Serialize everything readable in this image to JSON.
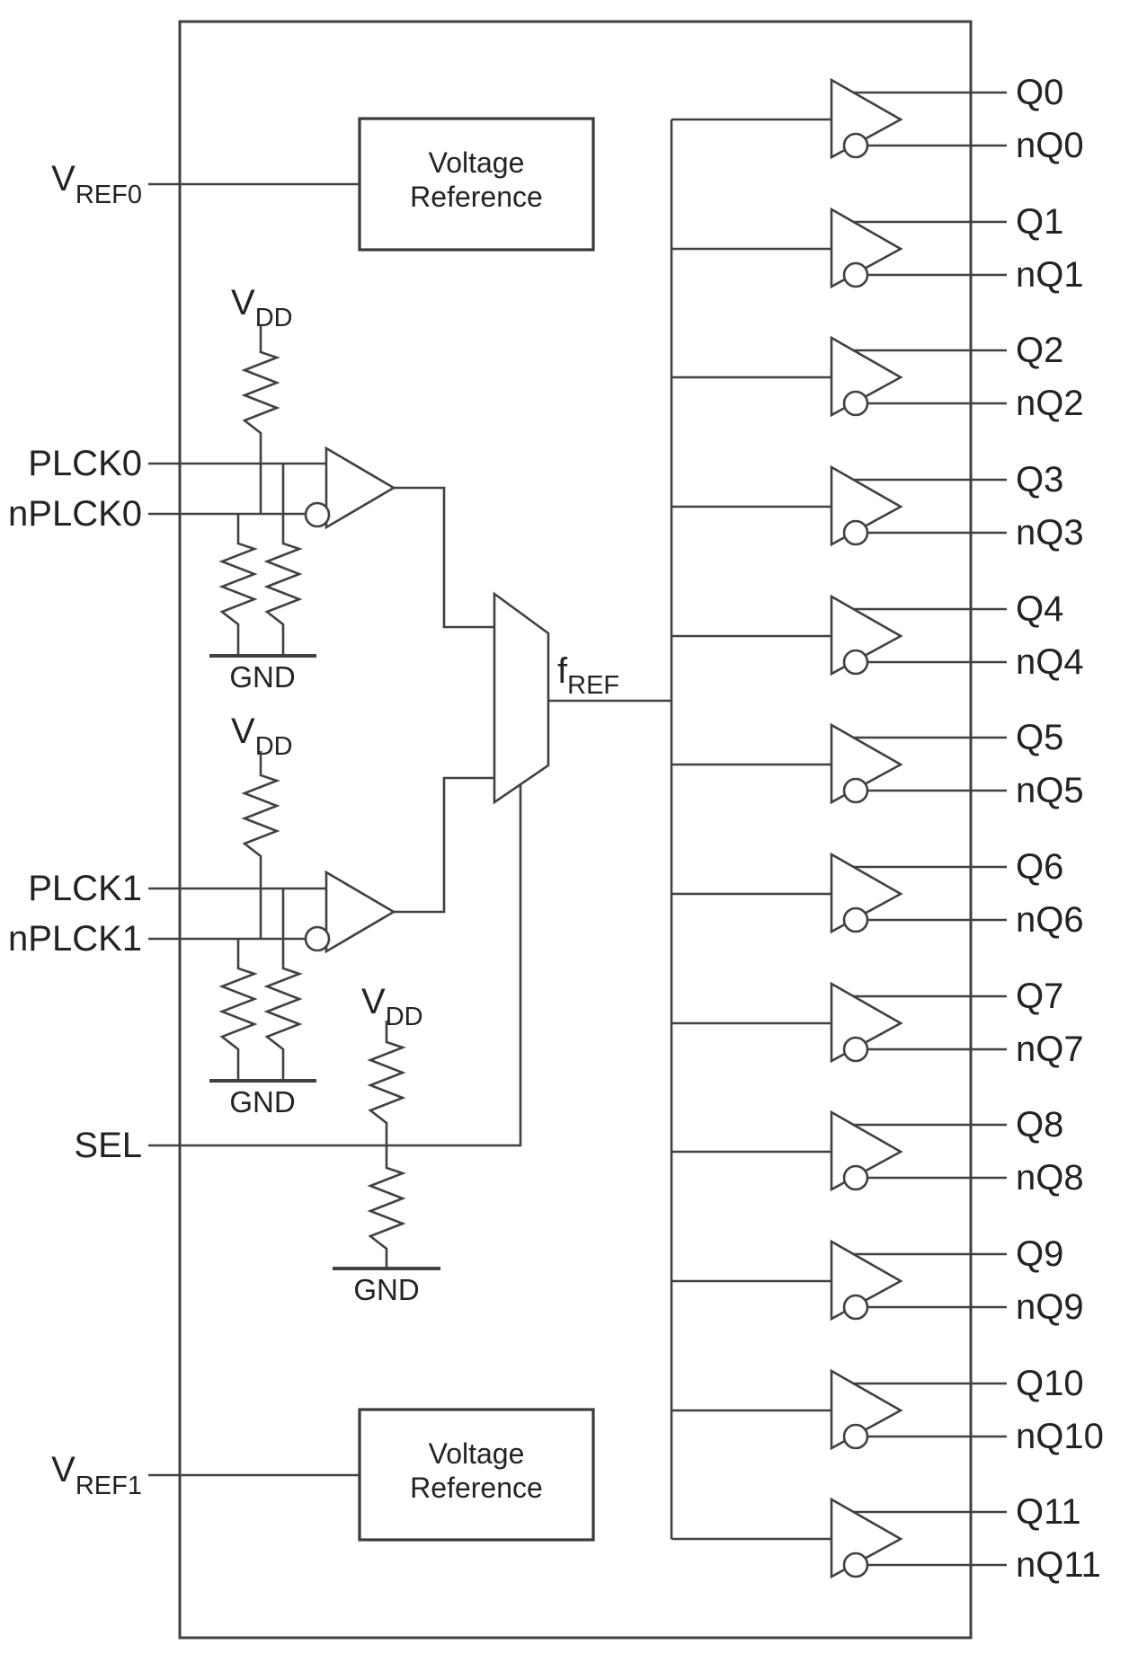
{
  "colors": {
    "line": "#414042",
    "text": "#232327",
    "background": "#ffffff"
  },
  "pins": {
    "left": [
      {
        "id": "vref0",
        "main": "V",
        "sub": "REF0"
      },
      {
        "id": "plck0",
        "label": "PLCK0"
      },
      {
        "id": "nplck0",
        "label": "nPLCK0"
      },
      {
        "id": "plck1",
        "label": "PLCK1"
      },
      {
        "id": "nplck1",
        "label": "nPLCK1"
      },
      {
        "id": "sel",
        "label": "SEL"
      },
      {
        "id": "vref1",
        "main": "V",
        "sub": "REF1"
      }
    ],
    "right": [
      {
        "q": "Q0",
        "nq": "nQ0"
      },
      {
        "q": "Q1",
        "nq": "nQ1"
      },
      {
        "q": "Q2",
        "nq": "nQ2"
      },
      {
        "q": "Q3",
        "nq": "nQ3"
      },
      {
        "q": "Q4",
        "nq": "nQ4"
      },
      {
        "q": "Q5",
        "nq": "nQ5"
      },
      {
        "q": "Q6",
        "nq": "nQ6"
      },
      {
        "q": "Q7",
        "nq": "nQ7"
      },
      {
        "q": "Q8",
        "nq": "nQ8"
      },
      {
        "q": "Q9",
        "nq": "nQ9"
      },
      {
        "q": "Q10",
        "nq": "nQ10"
      },
      {
        "q": "Q11",
        "nq": "nQ11"
      }
    ]
  },
  "power": {
    "vdd": {
      "main": "V",
      "sub": "DD"
    },
    "gnd": "GND"
  },
  "blocks": {
    "voltage_reference": {
      "line1": "Voltage",
      "line2": "Reference"
    },
    "fref": {
      "main": "f",
      "sub": "REF"
    }
  }
}
